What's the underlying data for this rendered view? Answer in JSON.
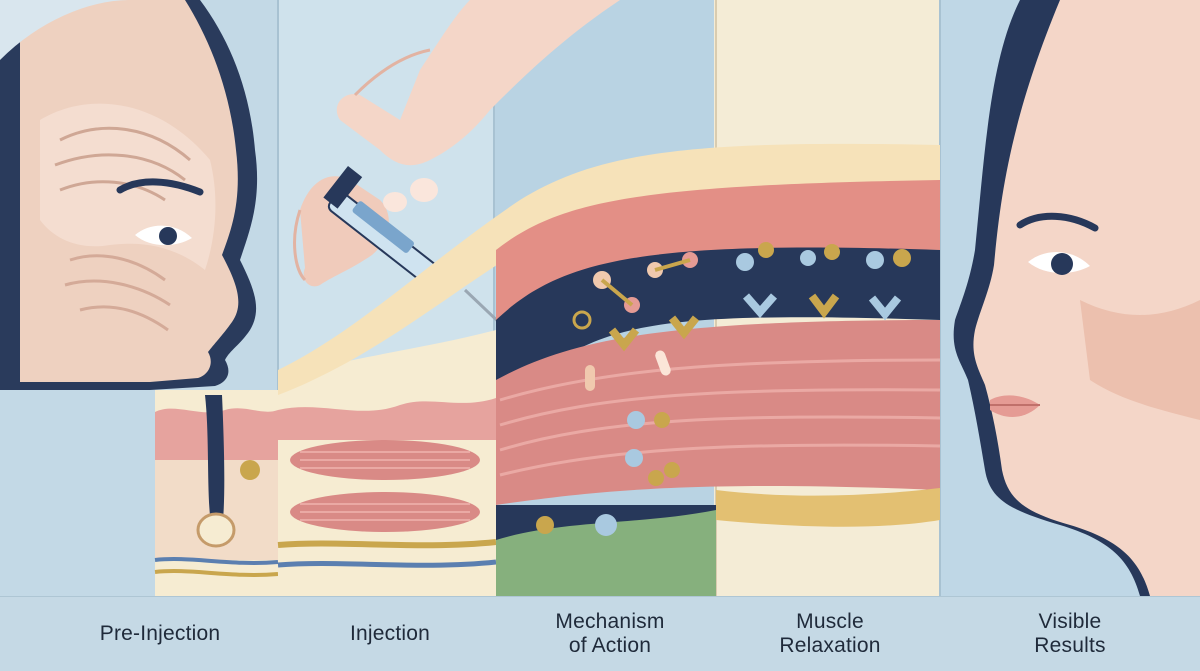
{
  "stages": [
    {
      "id": "pre-injection",
      "lines": [
        "Pre-Injection"
      ]
    },
    {
      "id": "injection",
      "lines": [
        "Injection"
      ]
    },
    {
      "id": "mechanism",
      "lines": [
        "Mechanism",
        "of Action"
      ]
    },
    {
      "id": "relaxation",
      "lines": [
        "Muscle",
        "Relaxation"
      ]
    },
    {
      "id": "results",
      "lines": [
        "Visible",
        "Results"
      ]
    }
  ],
  "colors": {
    "background": "#c6dae6",
    "skin": "#f2d3c3",
    "muscle": "#d98a86",
    "navy": "#27385a",
    "cream": "#f6ecd2",
    "accent_gold": "#c9a64d",
    "accent_blue": "#a9c9e0",
    "accent_green": "#86b07d"
  }
}
